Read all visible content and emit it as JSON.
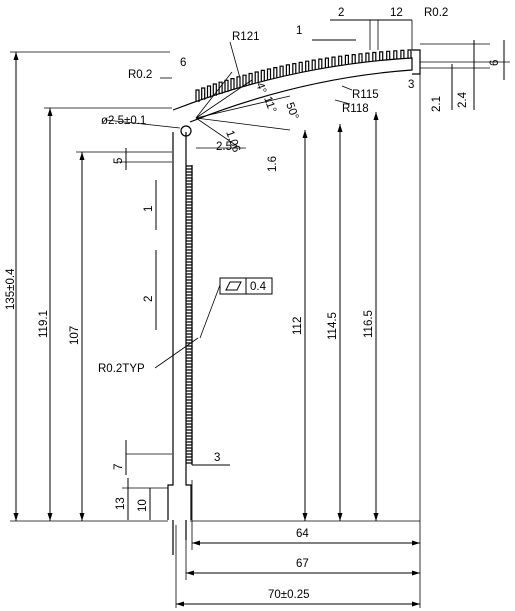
{
  "drawing": {
    "dimensions": {
      "total_height": "135±0.4",
      "h_119": "119.1",
      "h_107": "107",
      "h_112": "112",
      "h_114": "114.5",
      "h_116": "116.5",
      "w_64": "64",
      "w_67": "67",
      "w_70": "70±0.25",
      "pitch_top": "2",
      "gap_12": "12",
      "fin_1": "1",
      "fin_6": "6",
      "r02_top_right": "R0.2",
      "r02_left": "R0.2",
      "r121": "R121",
      "r115": "R115",
      "r118": "R118",
      "angle_50": "50°",
      "angle_11": "11°",
      "angle_4": "4°",
      "hole": "ø2.5±0.1",
      "d_25": "2.5",
      "d_106": "1.06",
      "d_16": "1.6",
      "d_5": "5",
      "d_1": "1",
      "d_2": "2",
      "d_7": "7",
      "d_13": "13",
      "d_10": "10",
      "d_3": "3",
      "d_3_top": "3",
      "d_21": "2.1",
      "d_24": "2.4",
      "d_6_right": "6",
      "r_typ": "R0.2TYP",
      "flatness_value": "0.4"
    }
  }
}
